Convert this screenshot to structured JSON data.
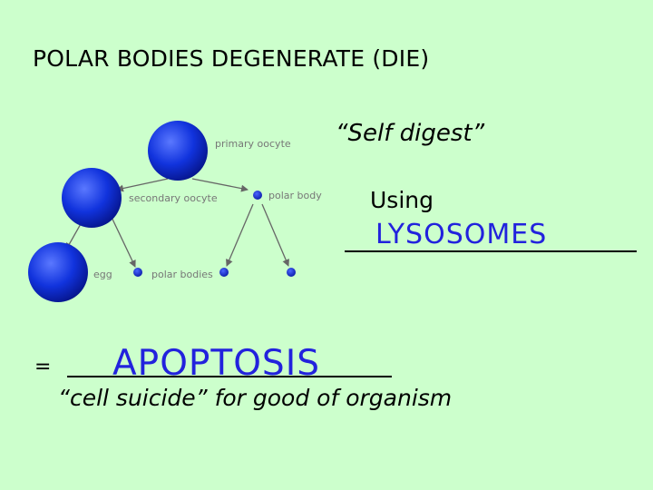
{
  "slide": {
    "title": "POLAR BODIES DEGENERATE (DIE)",
    "self_digest": "“Self digest”",
    "using": "Using",
    "lysosomes": "LYSOSOMES",
    "equals": "=",
    "apoptosis": "APOPTOSIS",
    "cell_suicide": "“cell suicide” for good of organism"
  },
  "diagram": {
    "labels": {
      "primary_oocyte": "primary oocyte",
      "secondary_oocyte": "secondary oocyte",
      "polar_body": "polar body",
      "egg": "egg",
      "polar_bodies": "polar bodies"
    }
  },
  "colors": {
    "background": "#ccffcc",
    "highlight_text": "#2222dd",
    "cell_blue": "#1133dd",
    "diagram_label": "#777777"
  }
}
